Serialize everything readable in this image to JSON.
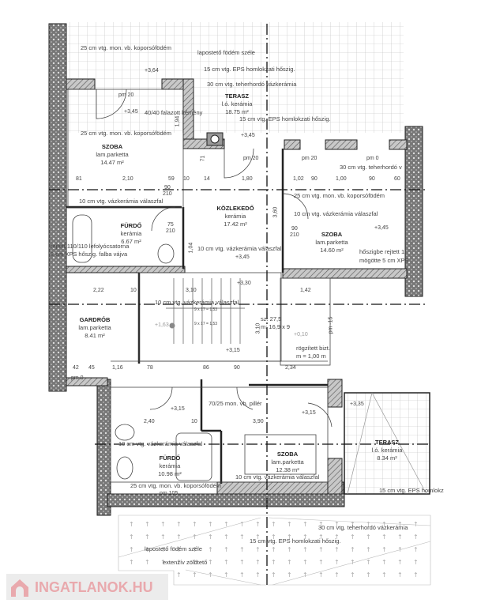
{
  "rooms": [
    {
      "name": "SZOBA",
      "finish": "lam.parketta",
      "area": "14.47 m²"
    },
    {
      "name": "TERASZ",
      "finish": "l.ó. kerámia",
      "area": "18.75 m²"
    },
    {
      "name": "KÖZLEKEDŐ",
      "finish": "kerámia",
      "area": "17.42 m²"
    },
    {
      "name": "SZOBA",
      "finish": "lam.parketta",
      "area": "14.60 m²"
    },
    {
      "name": "FÜRDŐ",
      "finish": "kerámia",
      "area": "6.67 m²"
    },
    {
      "name": "GARDRÓB",
      "finish": "lam.parketta",
      "area": "8.41 m²"
    },
    {
      "name": "FÜRDŐ",
      "finish": "kerámia",
      "area": "10.98 m²"
    },
    {
      "name": "SZOBA",
      "finish": "lam.parketta",
      "area": "12.38 m²"
    },
    {
      "name": "TERASZ",
      "finish": "l.ó. kerámia",
      "area": "8.34 m²"
    }
  ],
  "notes": [
    "25 cm vtg. mon. vb. koporsófödém",
    "lapostető födém széle",
    "15 cm vtg. EPS homlokzati hőszig.",
    "30 cm vtg. teherhordó vázkerámia",
    "40/40 falazott kémény",
    "25 cm vtg. mon. vb. koporsófödém",
    "15 cm vtg. EPS homlokzati hőszig.",
    "30 cm vtg. teherhordó v",
    "25 cm vtg. mon. vb. koporsófödém",
    "10 cm vtg. vázkerámia válaszfal",
    "10 cm vtg. vázkerámia válaszfal",
    "10 cm vtg. vázkerámia válaszfal",
    "rejtett 110/110 lefolyócsatorna",
    "2 cm XPS hőszig. falba vájva",
    "hőszigbe rejtett 1",
    "mögötte 5 cm XPS",
    "10 cm vtg. vázkerámia válaszfal",
    "sz: 27,5",
    "m: 16,9 x 9",
    "9 x 17 = 1,53",
    "9 x 17 = 1,53",
    "rögzített bizt.",
    "m = 1,00 m",
    "70/25 mon. vb. pillér",
    "10 cm vtg. vázkerámia válaszfal",
    "10 cm vtg. vázkerámia válaszfal",
    "25 cm vtg. mon. vb. koporsófödém",
    "15 cm vtg. EPS homlokz",
    "30 cm vtg. teherhordó vázkerámia",
    "15 cm vtg. EPS homlokzati hőszig.",
    "lapostető födém széle",
    "extenzív zöldtető"
  ],
  "levels": [
    "+3,64",
    "+3,45",
    "+3,45",
    "+3,45",
    "+3,45",
    "+3,30",
    "+3,15",
    "+1,63",
    "+0,10",
    "+3,15",
    "+3,15",
    "+3,35",
    "pm 20",
    "pm 20",
    "pm 20",
    "pm 0",
    "pm 0",
    "pm -15",
    "pm 105"
  ],
  "dims": [
    "81",
    "2,10",
    "59",
    "10",
    "14",
    "1,80",
    "1,02",
    "90",
    "1,00",
    "90",
    "60",
    "2,22",
    "10",
    "3,10",
    "1,42",
    "42",
    "45",
    "1,16",
    "78",
    "86",
    "90",
    "2,34",
    "2,40",
    "10",
    "3,90",
    "1,94",
    "71",
    "3,60",
    "1,04",
    "3,10",
    "90",
    "210",
    "75",
    "210",
    "90",
    "210"
  ],
  "watermark": "INGATLANOK.HU",
  "colors": {
    "wall": "#555555",
    "hatch": "#777777",
    "grid": "#bbbbbb",
    "logo": "#e9a9ad"
  }
}
